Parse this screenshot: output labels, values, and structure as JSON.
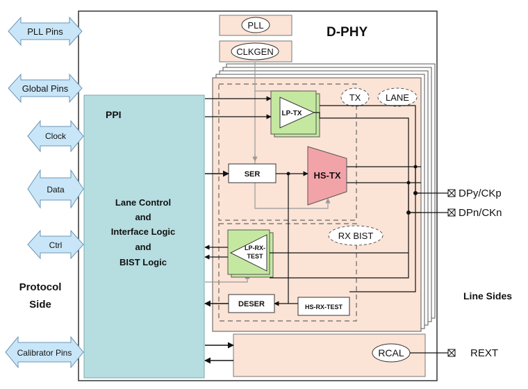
{
  "title": "D-PHY",
  "left_pins": {
    "pll": "PLL Pins",
    "global": "Global Pins",
    "clock": "Clock",
    "data": "Data",
    "ctrl": "Ctrl",
    "calibrator": "Calibrator Pins"
  },
  "ppi": {
    "title": "PPI",
    "line1": "Lane Control",
    "line2": "and",
    "line3": "Interface Logic",
    "line4": "and",
    "line5": "BIST Logic"
  },
  "protocol_side": {
    "line1": "Protocol",
    "line2": "Side"
  },
  "line_sides": "Line Sides",
  "blocks": {
    "pll": "PLL",
    "clkgen": "CLKGEN",
    "tx": "TX",
    "lane": "LANE",
    "lp_tx": "LP-TX",
    "ser": "SER",
    "hs_tx": "HS-TX",
    "rx_bist": "RX BIST",
    "lp_rx_test_1": "LP-RX-",
    "lp_rx_test_2": "TEST",
    "deser": "DESER",
    "hs_rx_test": "HS-RX-TEST",
    "rcal": "RCAL"
  },
  "pins_right": {
    "dpy": "DPy/CKp",
    "dpn": "DPn/CKn",
    "rext": "REXT"
  },
  "colors": {
    "peach": "#fbe3d6",
    "ppi_teal": "#b6dde0",
    "arrow_blue": "#c9e6f8",
    "lp_green": "#c5e8a1",
    "hs_pink": "#f2a3a8"
  }
}
